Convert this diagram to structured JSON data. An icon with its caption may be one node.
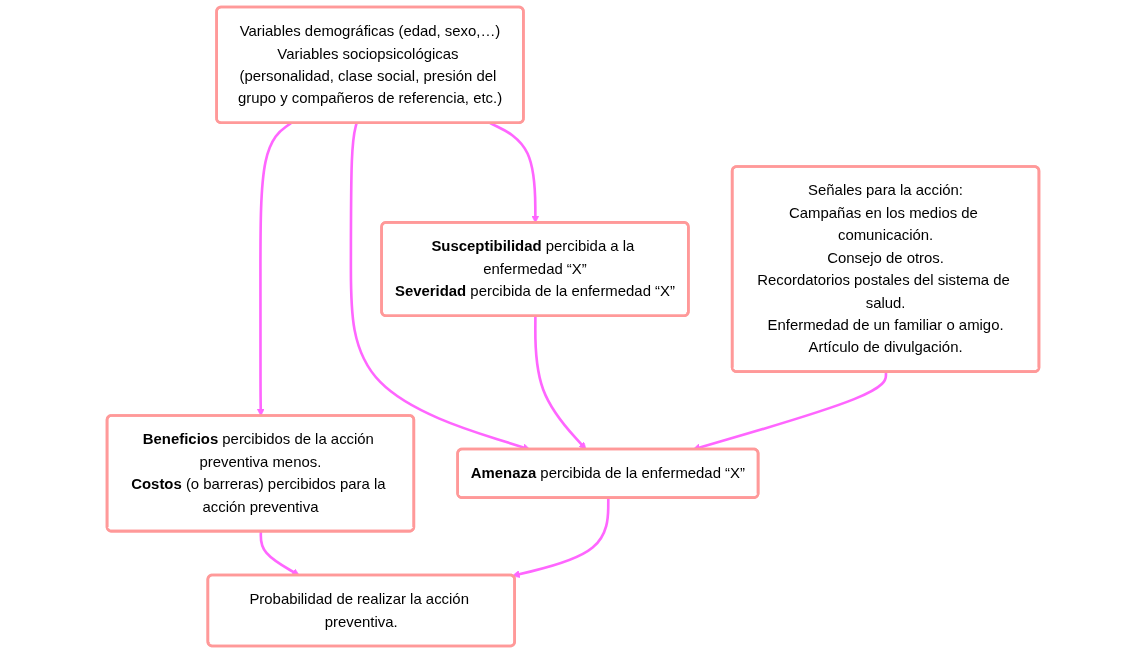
{
  "diagram": {
    "nodes": [
      {
        "text": [
          "Variables demográficas (edad, sexo,…)",
          "Variables sociopsicológicas (personalidad, clase social, presión del grupo y compañeros de referencia, etc.)"
        ]
      },
      {
        "text": [
          "**Beneficios** percibidos de la acción preventiva menos.",
          "**Costos** (o barreras) percibidos para la acción preventiva"
        ]
      },
      {
        "text": [
          "**Susceptibilidad** percibida a la enfermedad “X”",
          "**Severidad** percibida de la enfermedad “X”"
        ]
      },
      {
        "text": [
          "**Amenaza** percibida de la enfermedad “X”"
        ]
      },
      {
        "text": [
          "Probabilidad de realizar la acción preventiva."
        ]
      },
      {
        "text": [
          "Señales para la acción:",
          "Campañas en los medios de comunicación.",
          "Consejo de otros.",
          "Recordatorios postales del sistema de salud.",
          "Enfermedad de un familiar o amigo.",
          "Artículo de divulgación."
        ]
      }
    ],
    "edges": [
      {
        "from": 0,
        "to": 2,
        "arrow": "to"
      },
      {
        "from": 0,
        "to": 1,
        "arrow": "to"
      },
      {
        "from": 0,
        "to": 3,
        "arrow": "to"
      },
      {
        "from": 1,
        "to": 4,
        "arrow": "to"
      },
      {
        "from": 2,
        "to": 3,
        "arrow": "to"
      },
      {
        "from": 3,
        "to": 4,
        "arrow": "to"
      },
      {
        "from": 5,
        "to": 3,
        "arrow": "to"
      }
    ]
  }
}
